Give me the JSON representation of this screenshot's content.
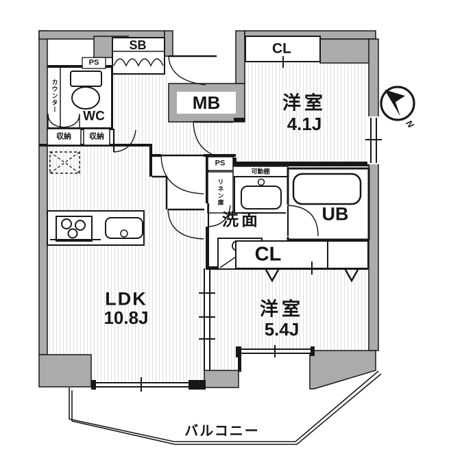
{
  "meta": {
    "type": "apartment-floorplan",
    "style": "japanese-madori"
  },
  "rooms": {
    "bedroom1": {
      "label": "洋室",
      "size": "4.1J"
    },
    "bedroom2": {
      "label": "洋室",
      "size": "5.4J"
    },
    "ldk": {
      "label": "LDK",
      "size": "10.8J"
    },
    "washroom": {
      "label": "洗面"
    },
    "toilet": {
      "label": "WC"
    },
    "unit_bath": {
      "label": "UB"
    },
    "balcony": {
      "label": "バルコニー"
    }
  },
  "fixtures": {
    "shoe_box": "SB",
    "meter_box": "MB",
    "pipe_space_top": "PS",
    "pipe_space_mid": "PS",
    "closet_top": "CL",
    "closet_mid": "CL",
    "storage_left": "収納",
    "storage_right": "収納",
    "counter": "カウンター",
    "movable_shelf": "可動棚",
    "linen_closet": "リネン庫"
  },
  "compass": {
    "north": "N"
  },
  "colors": {
    "wall": "#ababab",
    "line": "#171717",
    "stripe": "#dedede"
  }
}
